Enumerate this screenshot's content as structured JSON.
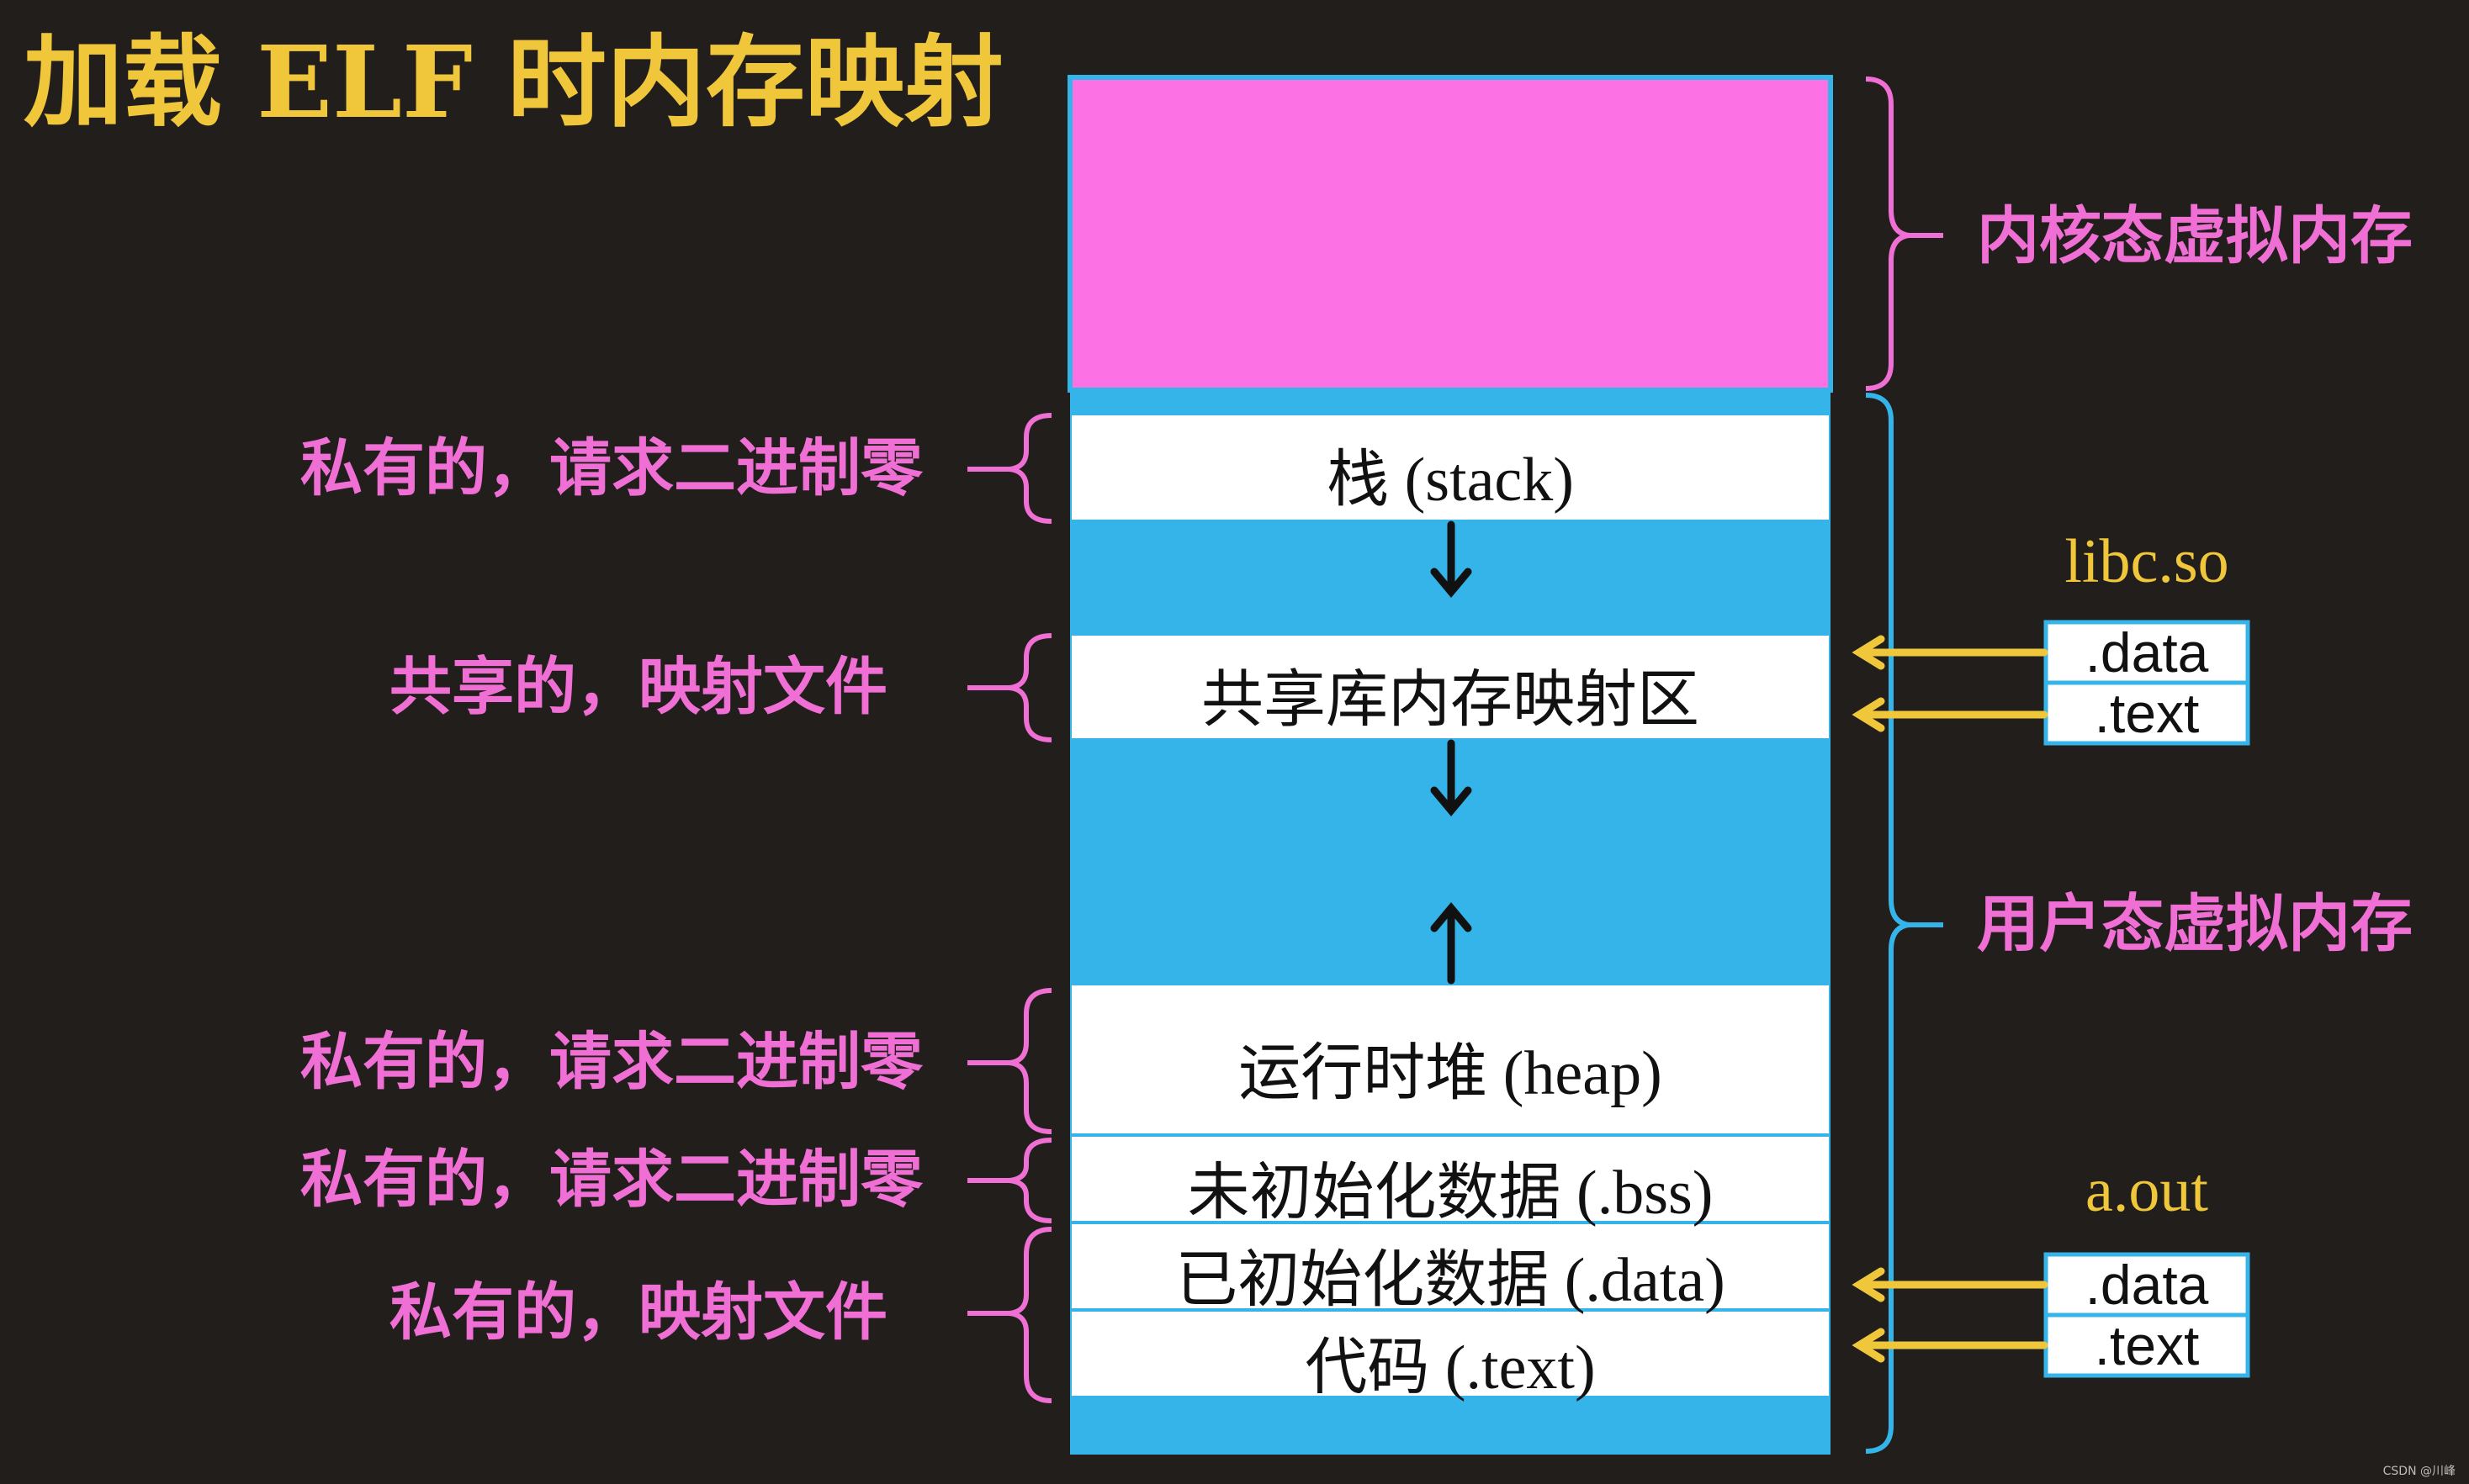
{
  "title": "加载 ELF 时内存映射",
  "right_labels": {
    "kernel": "内核态虚拟内存",
    "user": "用户态虚拟内存"
  },
  "left_labels": {
    "stack": "私有的，请求二进制零",
    "shared": "共享的，映射文件",
    "heap": "私有的，请求二进制零",
    "bss": "私有的，请求二进制零",
    "data_text": "私有的，映射文件"
  },
  "segments": {
    "stack": "栈 (stack)",
    "shared": "共享库内存映射区",
    "heap": "运行时堆 (heap)",
    "bss": "未初始化数据 (.bss)",
    "data": "已初始化数据 (.data)",
    "text": "代码 (.text)"
  },
  "libc": {
    "name": "libc.so",
    "sections": [
      ".data",
      ".text"
    ]
  },
  "aout": {
    "name": "a.out",
    "sections": [
      ".data",
      ".text"
    ]
  },
  "watermark": "CSDN @川峰",
  "colors": {
    "background": "#221e1b",
    "kernel_region": "#fc72e5",
    "user_region": "#34b4e8",
    "segment_fill": "#ffffff",
    "pink_text": "#ef6fd4",
    "yellow_text": "#f0c63a",
    "arrow_dark": "#111111"
  }
}
